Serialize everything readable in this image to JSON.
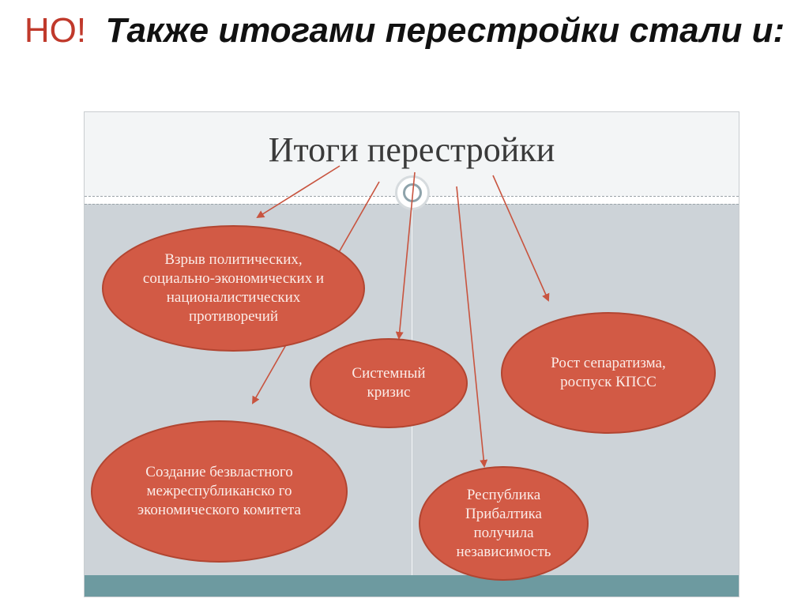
{
  "slide": {
    "title_accent": "НО!",
    "title_main": "Также итогами перестройки стали и:"
  },
  "diagram": {
    "heading": "Итоги перестройки",
    "nodes": {
      "explosion": "Взрыв политических, социально-экономических и националистических противоречий",
      "crisis": "Системный кризис",
      "separatism": "Рост сепаратизма, роспуск КПСС",
      "committee": "Создание безвластного межреспубликанско го экономического комитета",
      "baltic": "Республика Прибалтика получила независимость"
    }
  }
}
